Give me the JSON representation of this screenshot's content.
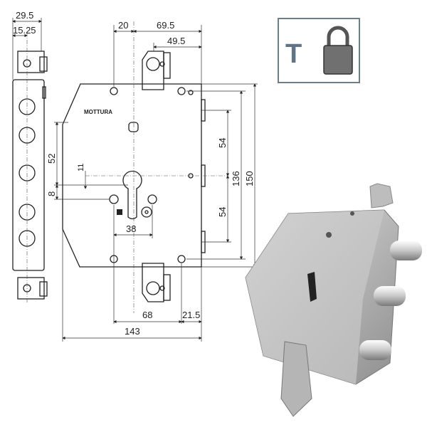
{
  "brand": "MOTTURA",
  "lock_type_symbol": "T",
  "dimensions": {
    "side_width": "29.5",
    "side_offset": "15.25",
    "top_left_offset": "20",
    "top_width": "69.5",
    "top_hook_offset": "49.5",
    "vertical_upper": "54",
    "vertical_lower": "54",
    "hole_spacing_vertical": "136",
    "plate_height": "150",
    "backset": "52",
    "cylinder_offset": "8",
    "cylinder_small": "11",
    "cylinder_screws": "38",
    "bottom_holes": "68",
    "bottom_edge": "21.5",
    "plate_width": "143"
  },
  "colors": {
    "symbol": "#5f7585",
    "padlock_body": "#707070",
    "box_border": "#6a7f90"
  }
}
